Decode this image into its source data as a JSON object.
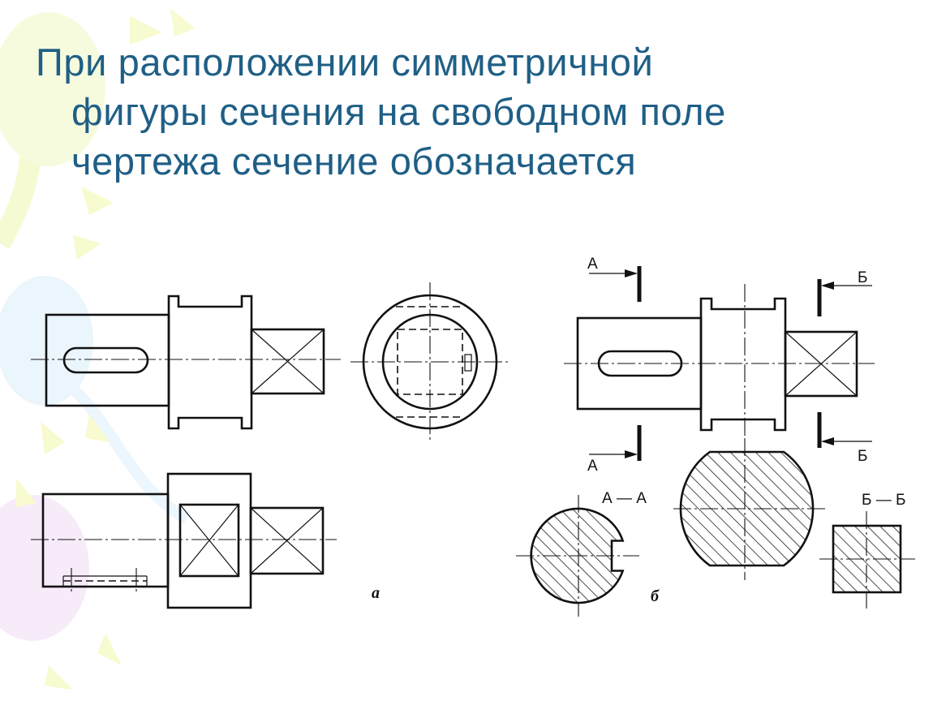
{
  "slide": {
    "title_lines": [
      "При расположении симметричной",
      "фигуры сечения на свободном поле",
      "чертежа сечение обозначается"
    ]
  },
  "drawing": {
    "cutting_plane_labels": {
      "a_top": "А",
      "a_bottom": "А",
      "b_top": "Б",
      "b_bottom": "Б"
    },
    "section_labels": {
      "a": "А — А",
      "b": "Б — Б"
    },
    "figure_labels": {
      "a": "а",
      "b": "б"
    }
  },
  "colors": {
    "title": "#1f5f86",
    "background": "#ffffff",
    "ink": "#111111"
  }
}
